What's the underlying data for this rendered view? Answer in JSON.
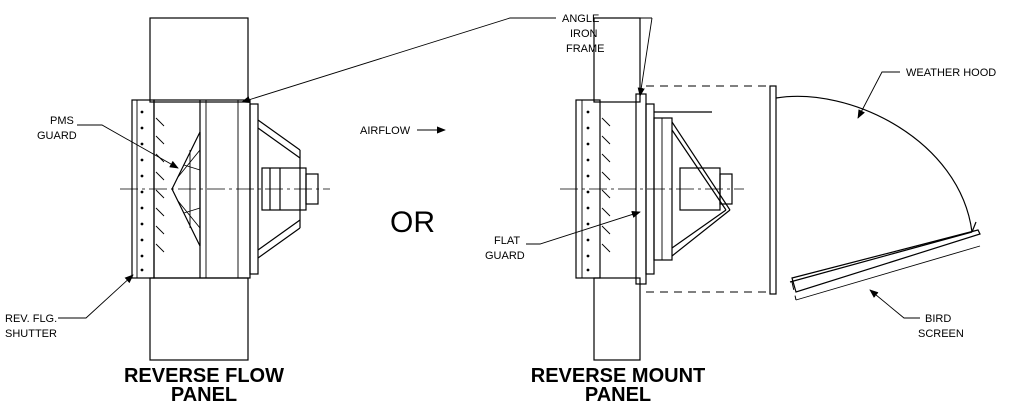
{
  "labels": {
    "angle_iron_frame_1": "ANGLE",
    "angle_iron_frame_2": "IRON",
    "angle_iron_frame_3": "FRAME",
    "weather_hood": "WEATHER HOOD",
    "pms_guard_1": "PMS",
    "pms_guard_2": "GUARD",
    "airflow": "AIRFLOW",
    "or": "OR",
    "flat_guard_1": "FLAT",
    "flat_guard_2": "GUARD",
    "rev_flg_shutter_1": "REV. FLG.",
    "rev_flg_shutter_2": "SHUTTER",
    "bird_screen_1": "BIRD",
    "bird_screen_2": "SCREEN"
  },
  "titles": {
    "left_1": "REVERSE FLOW",
    "left_2": "PANEL",
    "right_1": "REVERSE MOUNT",
    "right_2": "PANEL"
  }
}
